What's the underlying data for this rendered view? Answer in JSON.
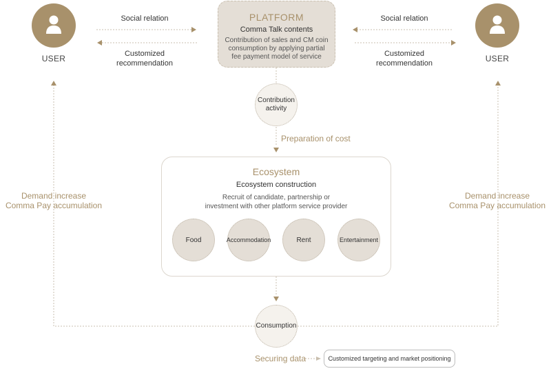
{
  "users": {
    "left": {
      "label": "USER",
      "icon": "user-icon"
    },
    "right": {
      "label": "USER",
      "icon": "user-icon"
    }
  },
  "edges": {
    "social_relation": "Social relation",
    "customized_recommendation_line1": "Customized",
    "customized_recommendation_line2": "recommendation",
    "demand_line1": "Demand increase",
    "demand_line2": "Comma Pay accumulation",
    "preparation_of_cost": "Preparation of cost",
    "securing_data": "Securing data"
  },
  "platform": {
    "title": "PLATFORM",
    "subtitle": "Comma Talk contents",
    "desc_line1": "Contribution of sales and CM coin",
    "desc_line2": "consumption by applying partial",
    "desc_line3": "fee payment model of service"
  },
  "contribution": {
    "line1": "Contribution",
    "line2": "activity"
  },
  "ecosystem": {
    "title": "Ecosystem",
    "subtitle": "Ecosystem construction",
    "desc_line1": "Recruit of candidate, partnership or",
    "desc_line2": "investment with other platform service provider",
    "items": [
      "Food",
      "Accommodation",
      "Rent",
      "Entertainment"
    ]
  },
  "consumption": {
    "label": "Consumption"
  },
  "targeting": {
    "label": "Customized targeting and market positioning"
  },
  "colors": {
    "accent": "#a8916b",
    "box_fill": "#e4ded6",
    "line": "#c9bfaf"
  }
}
